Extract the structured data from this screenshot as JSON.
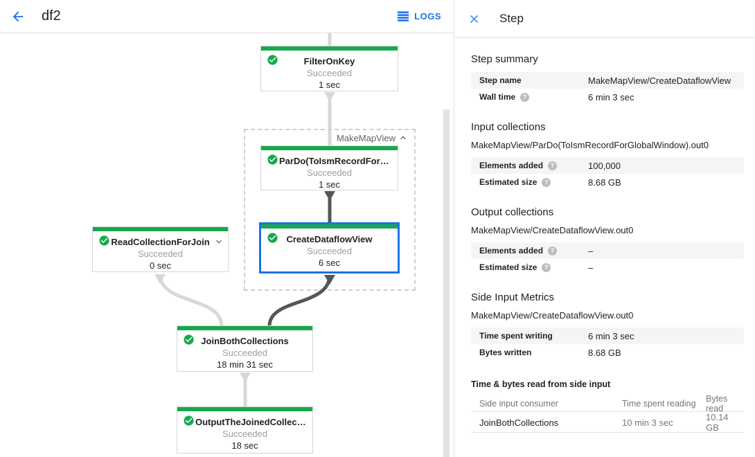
{
  "header": {
    "title": "df2",
    "logs_label": "LOGS"
  },
  "graph": {
    "group_label": "MakeMapView",
    "nodes": [
      {
        "title": "FilterOnKey",
        "status": "Succeeded",
        "time": "1 sec"
      },
      {
        "title": "ParDo(ToIsmRecordFor…",
        "status": "Succeeded",
        "time": "1 sec"
      },
      {
        "title": "ReadCollectionForJoin",
        "status": "Succeeded",
        "time": "0 sec"
      },
      {
        "title": "CreateDataflowView",
        "status": "Succeeded",
        "time": "6 sec"
      },
      {
        "title": "JoinBothCollections",
        "status": "Succeeded",
        "time": "18 min 31 sec"
      },
      {
        "title": "OutputTheJoinedCollec…",
        "status": "Succeeded",
        "time": "18 sec"
      }
    ]
  },
  "panel": {
    "title": "Step",
    "sections": [
      {
        "heading": "Step summary",
        "rows": [
          {
            "label": "Step name",
            "help": false,
            "value": "MakeMapView/CreateDataflowView"
          },
          {
            "label": "Wall time",
            "help": true,
            "value": "6 min 3 sec"
          }
        ]
      },
      {
        "heading": "Input collections",
        "subtitle": "MakeMapView/ParDo(ToIsmRecordForGlobalWindow).out0",
        "rows": [
          {
            "label": "Elements added",
            "help": true,
            "value": "100,000"
          },
          {
            "label": "Estimated size",
            "help": true,
            "value": "8.68 GB"
          }
        ]
      },
      {
        "heading": "Output collections",
        "subtitle": "MakeMapView/CreateDataflowView.out0",
        "rows": [
          {
            "label": "Elements added",
            "help": true,
            "value": "–"
          },
          {
            "label": "Estimated size",
            "help": true,
            "value": "–"
          }
        ]
      },
      {
        "heading": "Side Input Metrics",
        "subtitle": "MakeMapView/CreateDataflowView.out0",
        "rows": [
          {
            "label": "Time spent writing",
            "help": false,
            "value": "6 min 3 sec"
          },
          {
            "label": "Bytes written",
            "help": false,
            "value": "8.68 GB"
          }
        ]
      }
    ],
    "side_input_table": {
      "heading": "Time & bytes read from side input",
      "columns": [
        "Side input consumer",
        "Time spent reading",
        "Bytes read"
      ],
      "rows": [
        [
          "JoinBothCollections",
          "10 min 3 sec",
          "10.14 GB"
        ]
      ]
    }
  },
  "icons": {
    "back": "arrow-left",
    "logs": "list-lines",
    "close": "x",
    "node_status": "check-circle",
    "help": "question-circle",
    "node_expand": "chevron-down",
    "group_collapse": "chevron-up"
  },
  "colors": {
    "accent_blue": "#1a73e8",
    "close_blue": "#4285f4",
    "success_green": "#16a94c",
    "selected_border": "#1a73e8",
    "edge_light": "#d8d8d8",
    "edge_dark": "#54575b",
    "row_alt_bg": "#f5f5f5",
    "divider": "#e0e0e0",
    "text_primary": "#212121",
    "text_status": "#9e9e9e",
    "table_header_text": "#757575"
  }
}
